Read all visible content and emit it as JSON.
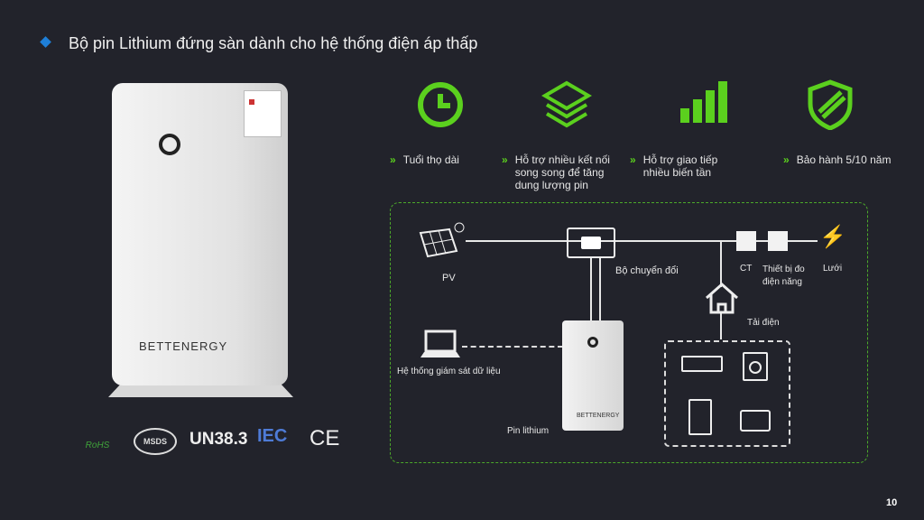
{
  "title": "Bộ pin Lithium đứng sàn dành cho hệ thống điện áp thấp",
  "brand": "BETTENERGY",
  "certs": [
    "RoHS",
    "MSDS",
    "UN38.3",
    "IEC",
    "CE"
  ],
  "features": [
    {
      "icon": "clock-icon",
      "text": "Tuổi thọ dài"
    },
    {
      "icon": "layers-icon",
      "text": "Hỗ trợ nhiều kết nối song song để tăng dung lượng pin"
    },
    {
      "icon": "signal-bars-icon",
      "text": "Hỗ trợ giao tiếp nhiều biến tần"
    },
    {
      "icon": "shield-icon",
      "text": "Bảo hành 5/10 năm"
    }
  ],
  "diagram": {
    "pv": "PV",
    "inverter": "Bộ chuyển đổi",
    "ct": "CT",
    "meter": "Thiết bị đo điện năng",
    "grid": "Lưới",
    "load": "Tải điện",
    "monitor": "Hệ thống giám sát dữ liệu",
    "battery": "Pin lithium"
  },
  "page_number": "10",
  "colors": {
    "accent": "#5bd01e",
    "background": "#22232b",
    "bullet": "#1e7fd8"
  }
}
